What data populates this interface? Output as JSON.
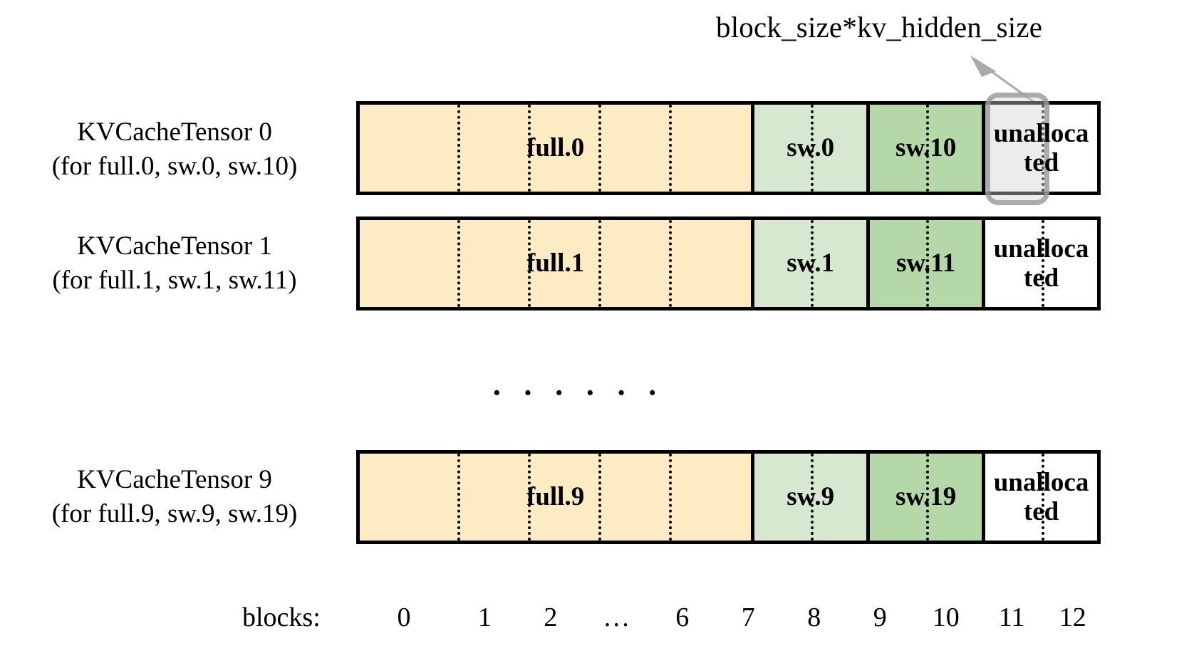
{
  "annotation": {
    "label": "block_size*kv_hidden_size",
    "arrow_icon": "arrow-up-right-icon",
    "points_to": "unallocated-block-11-tensor-0"
  },
  "colors": {
    "full_attention": "#FCEBC3",
    "sliding_window_light": "#D6E8D0",
    "sliding_window_dark": "#B4D8A8",
    "unallocated": "#FFFFFF",
    "border": "#000000",
    "highlight_stroke": "#969696",
    "highlight_fill": "#D2D2D2"
  },
  "rows": [
    {
      "label_line1": "KVCacheTensor 0",
      "label_line2": "(for full.0, sw.0, sw.10)",
      "segments": [
        {
          "name": "full.0",
          "kind": "full",
          "blocks": 7
        },
        {
          "name": "sw.0",
          "kind": "sw",
          "blocks": 2
        },
        {
          "name": "sw.10",
          "kind": "sw2",
          "blocks": 2
        },
        {
          "name": "unalloca\nted",
          "kind": "unalloc",
          "blocks": 2
        }
      ]
    },
    {
      "label_line1": "KVCacheTensor 1",
      "label_line2": "(for full.1, sw.1, sw.11)",
      "segments": [
        {
          "name": "full.1",
          "kind": "full",
          "blocks": 7
        },
        {
          "name": "sw.1",
          "kind": "sw",
          "blocks": 2
        },
        {
          "name": "sw.11",
          "kind": "sw2",
          "blocks": 2
        },
        {
          "name": "unalloca\nted",
          "kind": "unalloc",
          "blocks": 2
        }
      ]
    },
    {
      "label_line1": "KVCacheTensor 9",
      "label_line2": "(for full.9, sw.9, sw.19)",
      "segments": [
        {
          "name": "full.9",
          "kind": "full",
          "blocks": 7
        },
        {
          "name": "sw.9",
          "kind": "sw",
          "blocks": 2
        },
        {
          "name": "sw.19",
          "kind": "sw2",
          "blocks": 2
        },
        {
          "name": "unalloca\nted",
          "kind": "unalloc",
          "blocks": 2
        }
      ]
    }
  ],
  "rows_ellipsis": "· · · · · ·",
  "blocks_axis": {
    "title": "blocks:",
    "ticks": [
      "0",
      "1",
      "2",
      "…",
      "6",
      "7",
      "8",
      "9",
      "10",
      "11",
      "12"
    ]
  },
  "segment_text": {
    "r0s0": "full.0",
    "r0s1": "sw.0",
    "r0s2": "sw.10",
    "r0s3a": "unalloca",
    "r0s3b": "ted",
    "r1s0": "full.1",
    "r1s1": "sw.1",
    "r1s2": "sw.11",
    "r1s3a": "unalloca",
    "r1s3b": "ted",
    "r2s0": "full.9",
    "r2s1": "sw.9",
    "r2s2": "sw.19",
    "r2s3a": "unalloca",
    "r2s3b": "ted"
  }
}
